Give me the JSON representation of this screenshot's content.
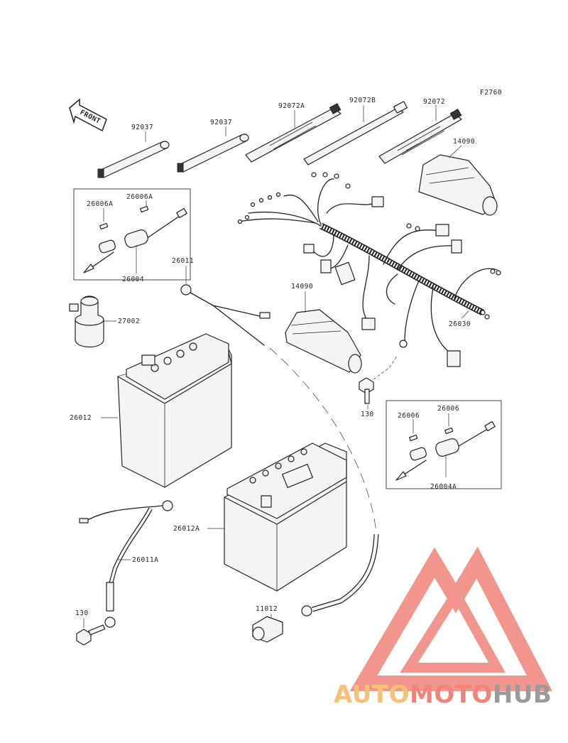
{
  "figure_code": "F2760",
  "front_label": "FRONT",
  "part_labels": {
    "p92037a": "92037",
    "p92037b": "92037",
    "p92072a": "92072A",
    "p92072b": "92072B",
    "p92072": "92072",
    "p14090a": "14090",
    "p14090b": "14090",
    "p26006a1": "26006A",
    "p26006a2": "26006A",
    "p26004": "26004",
    "p26011": "26011",
    "p27002": "27002",
    "p26030": "26030",
    "p26012": "26012",
    "p130a": "130",
    "p26006b1": "26006",
    "p26006b2": "26006",
    "p26004a": "26004A",
    "p26012a": "26012A",
    "p26011a": "26011A",
    "p130b": "130",
    "p11012": "11012"
  },
  "watermark": {
    "part1": "AUTO",
    "part2": "MOTO",
    "part3": "HUB",
    "colors": {
      "orange": "#f7c07a",
      "red": "#f0837a",
      "gray": "#9a9a9a"
    }
  }
}
